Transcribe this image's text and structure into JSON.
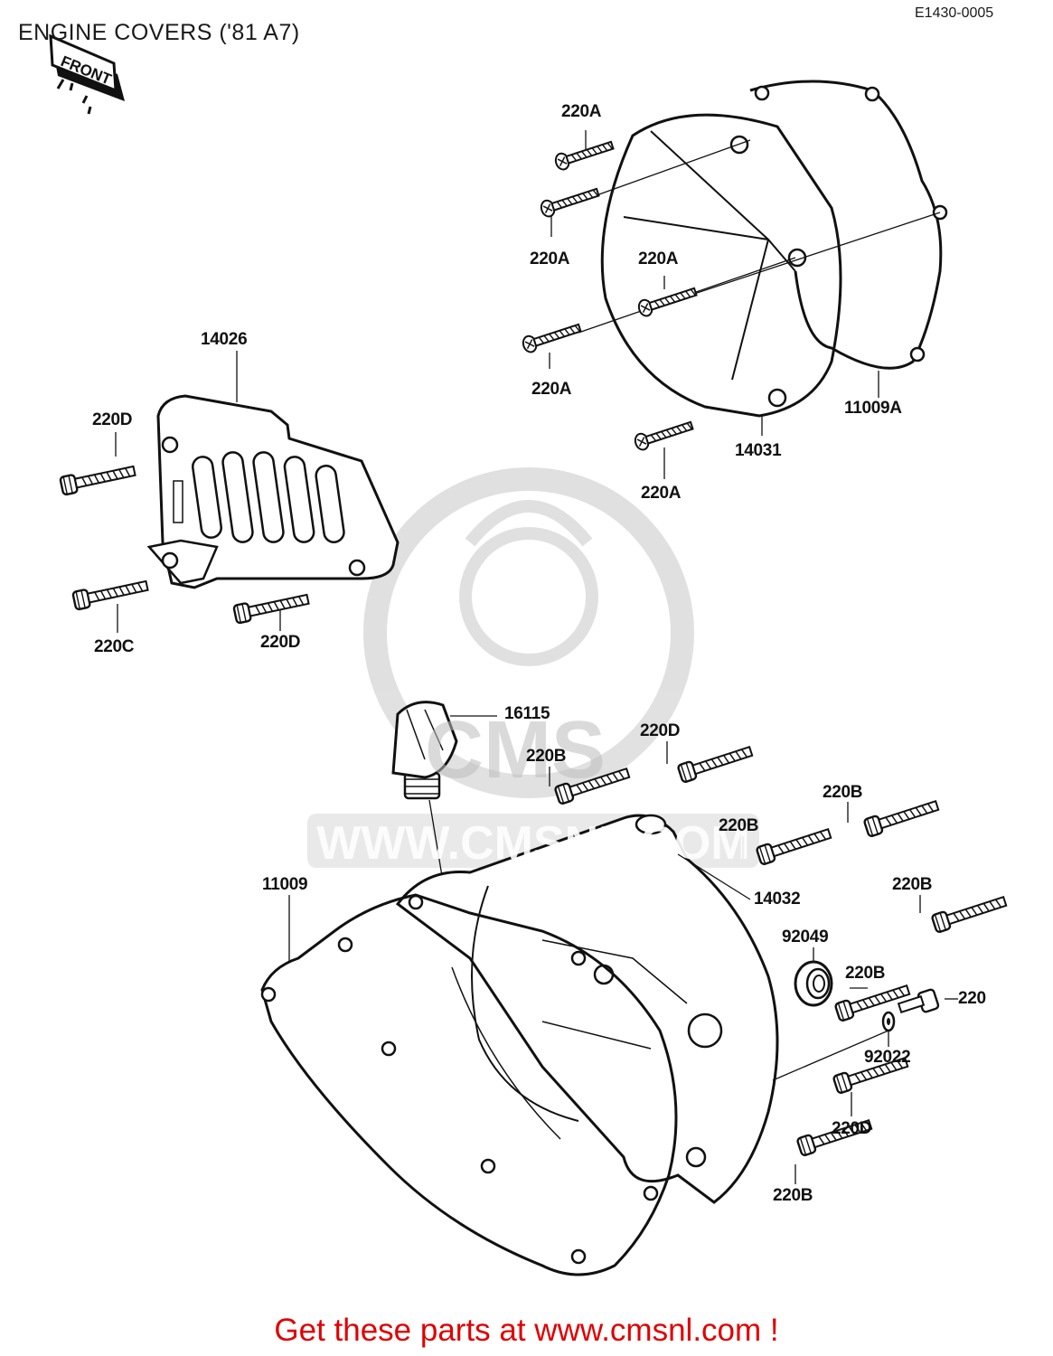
{
  "title": "ENGINE COVERS ('81 A7)",
  "diagram_code": "E1430-0005",
  "front_marker": "FRONT",
  "watermark": {
    "logo_text": "CMS",
    "url_text": "WWW.CMSNL.COM"
  },
  "footer": "Get these parts at www.cmsnl.com !",
  "labels": {
    "p220a_1": "220A",
    "p220a_2": "220A",
    "p220a_3": "220A",
    "p220a_4": "220A",
    "p220a_5": "220A",
    "p11009a": "11009A",
    "p14031": "14031",
    "p14026": "14026",
    "p220d_1": "220D",
    "p220c": "220C",
    "p220d_2": "220D",
    "p16115": "16115",
    "p220d_3": "220D",
    "p220b_1": "220B",
    "p220b_2": "220B",
    "p220b_3": "220B",
    "p11009": "11009",
    "p14032": "14032",
    "p220b_4": "220B",
    "p92049": "92049",
    "p220b_5": "220B",
    "p220": "220",
    "p92022": "92022",
    "p220d_4": "220D",
    "p220b_6": "220B"
  }
}
